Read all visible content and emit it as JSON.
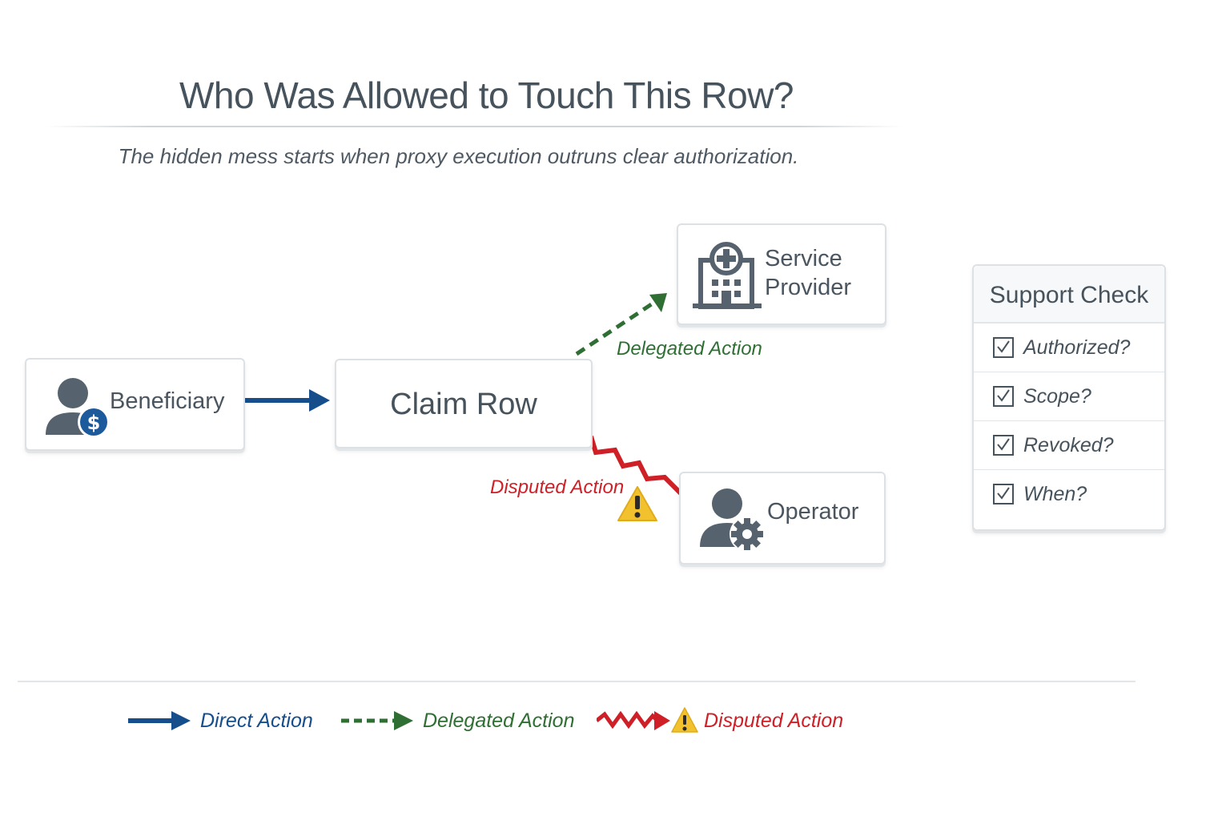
{
  "title": "Who Was Allowed to Touch This Row?",
  "subtitle": "The hidden mess starts when proxy execution outruns clear authorization.",
  "nodes": {
    "beneficiary": {
      "label": "Beneficiary",
      "icon": "person-dollar-icon"
    },
    "claim_row": {
      "label": "Claim Row"
    },
    "service_provider": {
      "label_line1": "Service",
      "label_line2": "Provider",
      "icon": "hospital-building-icon"
    },
    "operator": {
      "label": "Operator",
      "icon": "person-gear-icon"
    }
  },
  "edges": {
    "delegated": {
      "label": "Delegated Action",
      "color": "#2f6f33"
    },
    "disputed": {
      "label": "Disputed Action",
      "color": "#cf2027"
    },
    "direct": {
      "color": "#164e8c"
    }
  },
  "support_check": {
    "title": "Support Check",
    "items": [
      "Authorized?",
      "Scope?",
      "Revoked?",
      "When?"
    ]
  },
  "legend": {
    "direct": "Direct Action",
    "delegated": "Delegated Action",
    "disputed": "Disputed Action"
  },
  "colors": {
    "direct": "#164e8c",
    "delegated": "#2f6f33",
    "disputed": "#cf2027",
    "warning": "#f2c12e",
    "icon": "#56626d"
  }
}
